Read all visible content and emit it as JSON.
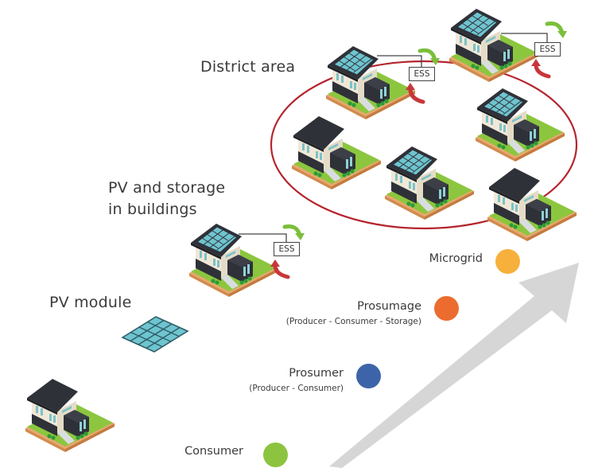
{
  "sections": {
    "district": {
      "title": "District area"
    },
    "pv_storage": {
      "title_line1": "PV and storage",
      "title_line2": "in buildings"
    },
    "pv_module": {
      "title": "PV module"
    }
  },
  "ess_label": "ESS",
  "stages": [
    {
      "label": "Consumer",
      "sublabel": "",
      "color": "#8cc43f"
    },
    {
      "label": "Prosumer",
      "sublabel": "(Producer - Consumer)",
      "color": "#3d64a8"
    },
    {
      "label": "Prosumage",
      "sublabel": "(Producer - Consumer - Storage)",
      "color": "#ec6c2f"
    },
    {
      "label": "Microgrid",
      "sublabel": "",
      "color": "#f6b03b"
    }
  ],
  "colors": {
    "district_ellipse": "#b5252e",
    "progress_arrow": "#d6d6d6",
    "charge_arrow": "#7bbf3a",
    "discharge_arrow": "#c8363a"
  }
}
